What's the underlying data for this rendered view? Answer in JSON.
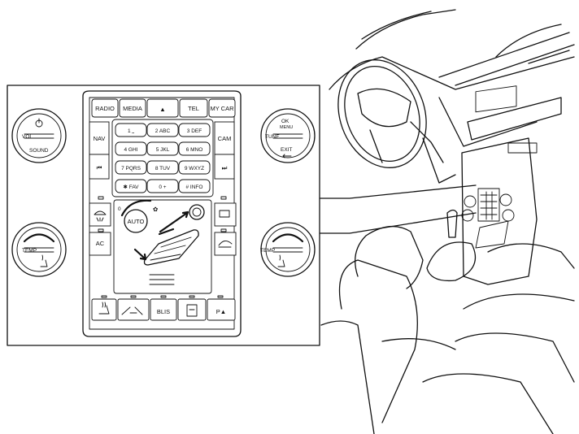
{
  "panel": {
    "top_row": [
      "RADIO",
      "MEDIA",
      "▲",
      "TEL",
      "MY CAR"
    ],
    "left_labels": {
      "nav": "NAV",
      "prev": "⏮",
      "ac": "AC"
    },
    "right_labels": {
      "cam": "CAM",
      "next": "⏭"
    },
    "left_knob": {
      "top": "VOL",
      "bottom": "SOUND"
    },
    "right_knob": {
      "top": "OK",
      "top2": "MENU",
      "mid": "TUNE",
      "bottom": "EXIT"
    },
    "temp_label": "TEMP",
    "keypad": [
      [
        "1  ⎵",
        "2  ABC",
        "3  DEF"
      ],
      [
        "4  GHI",
        "5  JKL",
        "6  MNO"
      ],
      [
        "7  PQRS",
        "8  TUV",
        "9  WXYZ"
      ],
      [
        "✱  FAV",
        "0  +",
        "#  INFO"
      ]
    ],
    "climate": {
      "auto": "AUTO",
      "fan_min": "0"
    },
    "bottom_row": [
      "BLIS",
      "P▲"
    ]
  }
}
